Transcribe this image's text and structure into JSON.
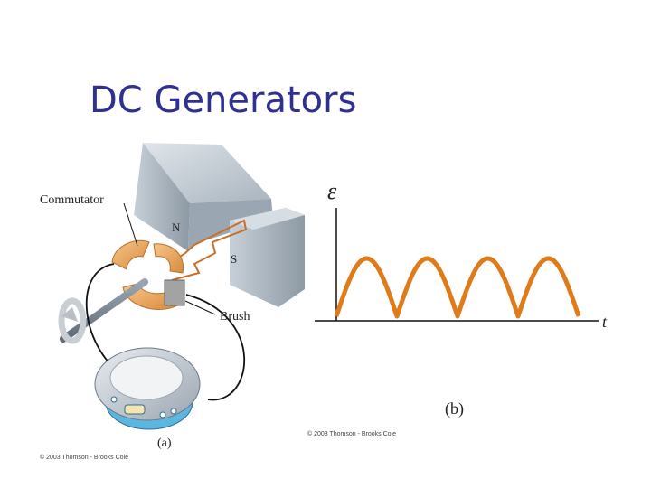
{
  "slide": {
    "title": "DC Generators"
  },
  "figure_a": {
    "panel_label": "(a)",
    "commutator_label": "Commutator",
    "brush_label": "Brush",
    "north_pole_label": "N",
    "south_pole_label": "S",
    "copyright": "© 2003 Thomson - Brooks Cole"
  },
  "figure_b": {
    "panel_label": "(b)",
    "y_axis_symbol": "ε",
    "x_axis_symbol": "t",
    "copyright": "© 2003 Thomson - Brooks Cole"
  },
  "colors": {
    "title": "#2e3192",
    "waveform": "#e07b1a",
    "magnet": "#b9c3cc",
    "commutator": "#eba85f",
    "meter_blue": "#5bb6e0"
  },
  "chart_data": {
    "type": "line",
    "title": "",
    "xlabel": "t",
    "ylabel": "ε",
    "shape": "rectified sine (|sin|), 4 full arches",
    "x": [
      0,
      0.125,
      0.25,
      0.375,
      0.5,
      0.625,
      0.75,
      0.875,
      1.0,
      1.125,
      1.25,
      1.375,
      1.5,
      1.625,
      1.75,
      1.875,
      2.0
    ],
    "series": [
      {
        "values": [
          0,
          0.71,
          1,
          0.71,
          0,
          0.71,
          1,
          0.71,
          0,
          0.71,
          1,
          0.71,
          0,
          0.71,
          1,
          0.71,
          0
        ]
      }
    ]
  }
}
